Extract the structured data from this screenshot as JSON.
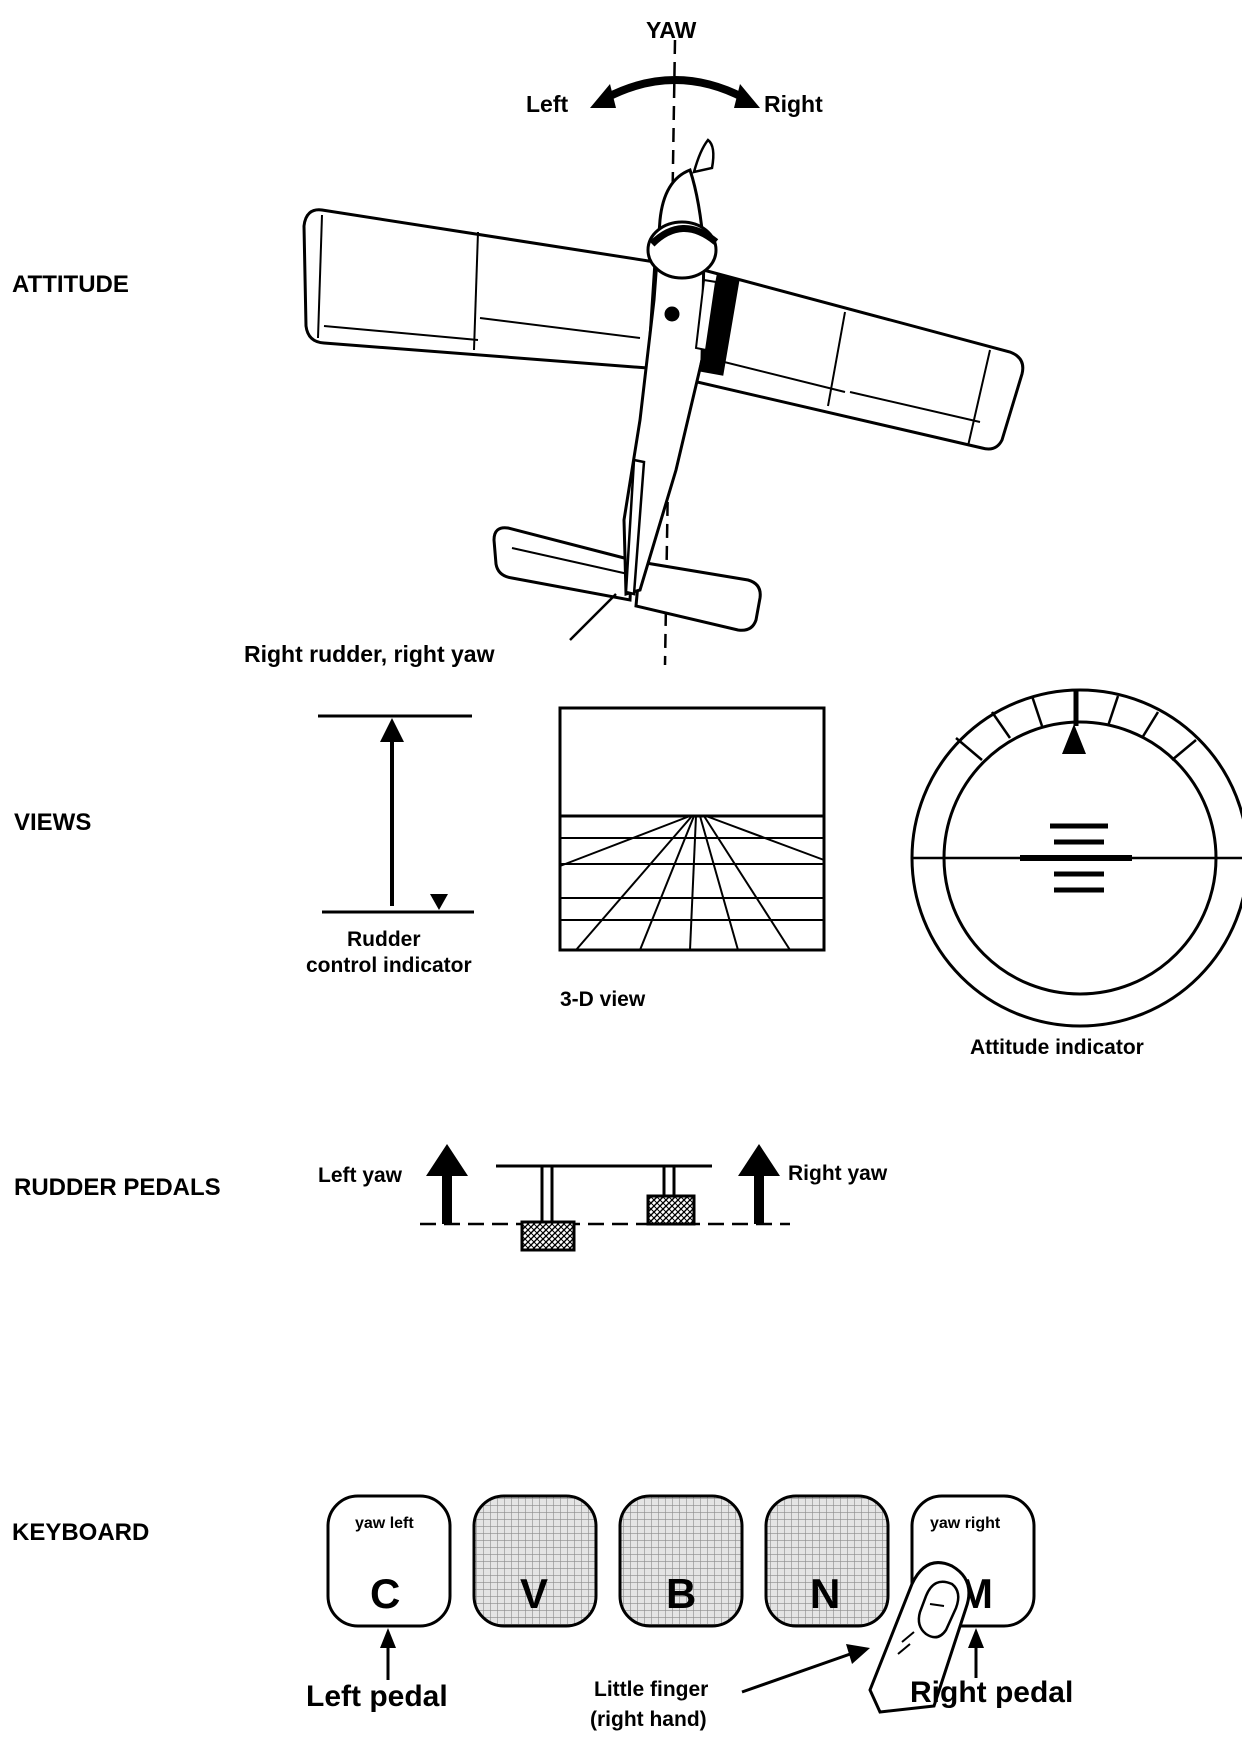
{
  "sections": {
    "attitude": "ATTITUDE",
    "views": "VIEWS",
    "rudder_pedals": "RUDDER PEDALS",
    "keyboard": "KEYBOARD"
  },
  "attitude": {
    "yaw": "YAW",
    "left": "Left",
    "right": "Right",
    "caption": "Right rudder, right yaw"
  },
  "views": {
    "rudder_indicator_line1": "Rudder",
    "rudder_indicator_line2": "control indicator",
    "three_d_view": "3-D view",
    "attitude_indicator": "Attitude indicator"
  },
  "pedals": {
    "left_yaw": "Left yaw",
    "right_yaw": "Right yaw"
  },
  "keyboard": {
    "keys": [
      {
        "top": "yaw left",
        "letter": "C"
      },
      {
        "top": "",
        "letter": "V"
      },
      {
        "top": "",
        "letter": "B"
      },
      {
        "top": "",
        "letter": "N"
      },
      {
        "top": "yaw right",
        "letter": "M"
      }
    ],
    "left_pedal": "Left pedal",
    "right_pedal": "Right pedal",
    "little_finger_line1": "Little finger",
    "little_finger_line2": "(right hand)"
  }
}
